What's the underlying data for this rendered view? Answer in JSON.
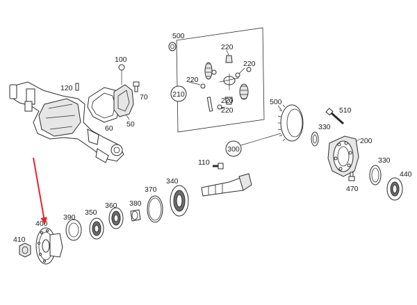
{
  "diagram": {
    "labels": {
      "p500_top": "500",
      "p100": "100",
      "p120": "120",
      "p70": "70",
      "p60": "60",
      "p50": "50",
      "p210": "210",
      "p220_a": "220",
      "p220_b": "220",
      "p220_c": "220",
      "p220_d": "220",
      "p220_e": "220",
      "p500_ring": "500",
      "p510": "510",
      "p330_top": "330",
      "p200": "200",
      "p300": "300",
      "p110": "110",
      "p330_right": "330",
      "p440": "440",
      "p470": "470",
      "p340": "340",
      "p370": "370",
      "p380": "380",
      "p360": "360",
      "p350": "350",
      "p390": "390",
      "p400": "400",
      "p410": "410"
    },
    "colors": {
      "line": "#2a2a2a",
      "highlight_arrow": "#e8202a",
      "shade": "#e6e6e6",
      "dark_shade": "#6d6d6d"
    }
  }
}
